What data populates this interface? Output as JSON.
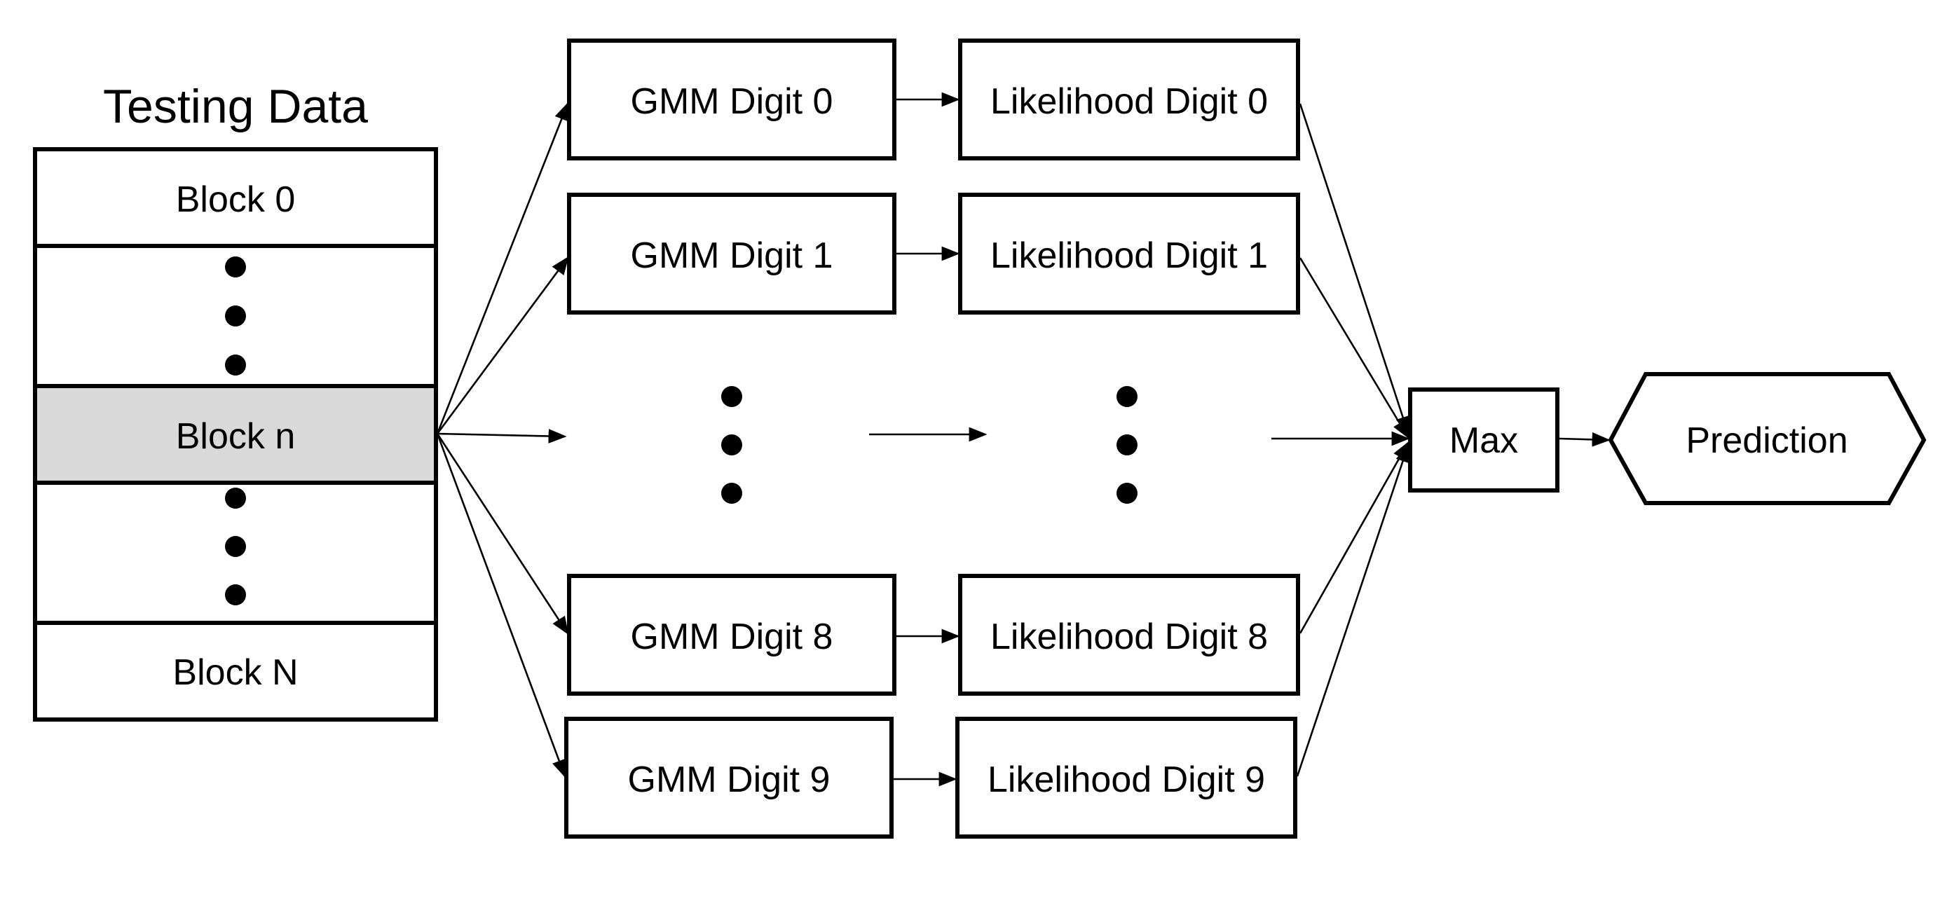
{
  "testing_data": {
    "title": "Testing Data",
    "blocks": [
      "Block 0",
      "Block n",
      "Block N"
    ]
  },
  "gmm": {
    "digit0": "GMM Digit 0",
    "digit1": "GMM Digit 1",
    "digit8": "GMM Digit 8",
    "digit9": "GMM Digit 9"
  },
  "likelihood": {
    "digit0": "Likelihood Digit 0",
    "digit1": "Likelihood Digit 1",
    "digit8": "Likelihood Digit 8",
    "digit9": "Likelihood Digit 9"
  },
  "max_label": "Max",
  "prediction_label": "Prediction",
  "colors": {
    "highlight_fill": "#d9d9d9",
    "stroke": "#000000",
    "background": "#ffffff"
  }
}
